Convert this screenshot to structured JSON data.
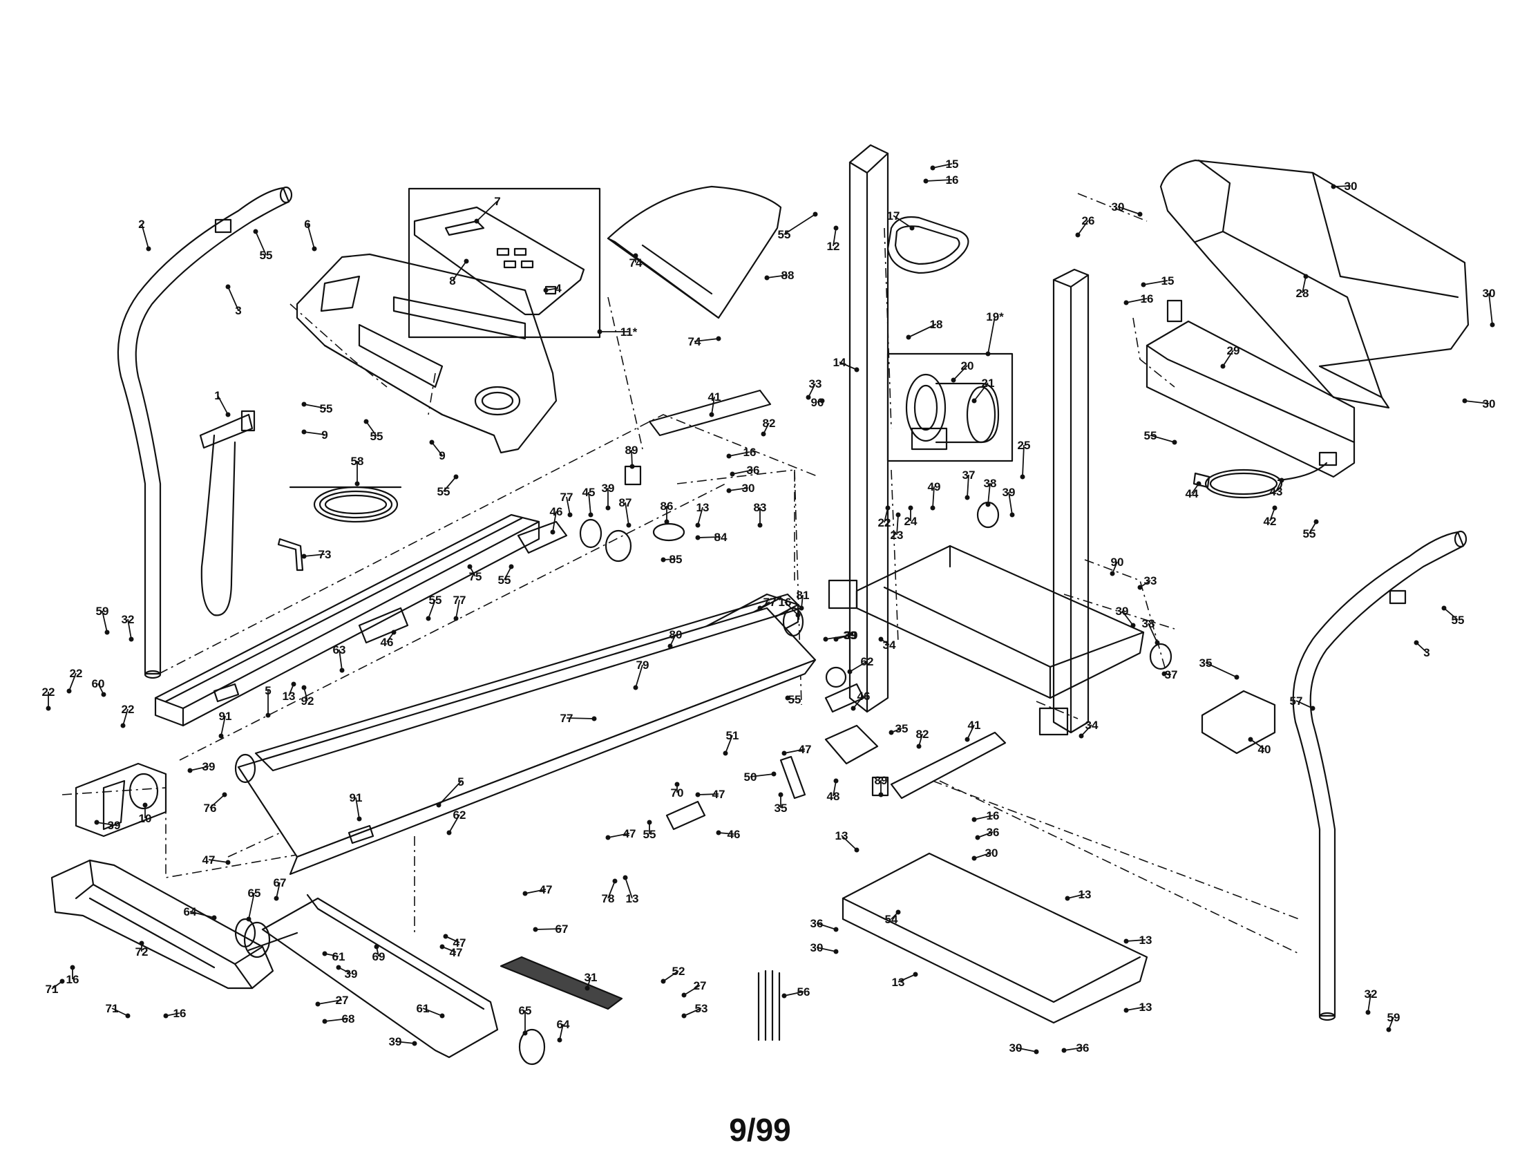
{
  "page_label": "9/99",
  "callouts": [
    {
      "id": "c1",
      "text": "2"
    },
    {
      "id": "c2",
      "text": "3"
    },
    {
      "id": "c3",
      "text": "55"
    },
    {
      "id": "c4",
      "text": "6"
    },
    {
      "id": "c5",
      "text": "7"
    },
    {
      "id": "c6",
      "text": "8"
    },
    {
      "id": "c7",
      "text": "4"
    },
    {
      "id": "c8",
      "text": "11*"
    },
    {
      "id": "c9",
      "text": "74"
    },
    {
      "id": "c10",
      "text": "88"
    },
    {
      "id": "c11",
      "text": "74"
    },
    {
      "id": "c12",
      "text": "55"
    },
    {
      "id": "c13",
      "text": "12"
    },
    {
      "id": "c14",
      "text": "15"
    },
    {
      "id": "c15",
      "text": "16"
    },
    {
      "id": "c16",
      "text": "17"
    },
    {
      "id": "c17",
      "text": "26"
    },
    {
      "id": "c18",
      "text": "15"
    },
    {
      "id": "c19",
      "text": "16"
    },
    {
      "id": "c20",
      "text": "30"
    },
    {
      "id": "c21",
      "text": "30"
    },
    {
      "id": "c22",
      "text": "28"
    },
    {
      "id": "c23",
      "text": "30"
    },
    {
      "id": "c24",
      "text": "30"
    },
    {
      "id": "c25",
      "text": "29"
    },
    {
      "id": "c26",
      "text": "55"
    },
    {
      "id": "c27",
      "text": "44"
    },
    {
      "id": "c28",
      "text": "43"
    },
    {
      "id": "c29",
      "text": "42"
    },
    {
      "id": "c30",
      "text": "55"
    },
    {
      "id": "c31",
      "text": "18"
    },
    {
      "id": "c32",
      "text": "19*"
    },
    {
      "id": "c33",
      "text": "20"
    },
    {
      "id": "c34",
      "text": "21"
    },
    {
      "id": "c35",
      "text": "14"
    },
    {
      "id": "c36",
      "text": "33"
    },
    {
      "id": "c37",
      "text": "90"
    },
    {
      "id": "c38",
      "text": "25"
    },
    {
      "id": "c39",
      "text": "22"
    },
    {
      "id": "c40",
      "text": "23"
    },
    {
      "id": "c41",
      "text": "24"
    },
    {
      "id": "c42",
      "text": "49"
    },
    {
      "id": "c43",
      "text": "37"
    },
    {
      "id": "c44",
      "text": "38"
    },
    {
      "id": "c45",
      "text": "39"
    },
    {
      "id": "c46",
      "text": "1"
    },
    {
      "id": "c47",
      "text": "55"
    },
    {
      "id": "c48",
      "text": "9"
    },
    {
      "id": "c49",
      "text": "55"
    },
    {
      "id": "c50",
      "text": "9"
    },
    {
      "id": "c51",
      "text": "55"
    },
    {
      "id": "c52",
      "text": "58"
    },
    {
      "id": "c53",
      "text": "73"
    },
    {
      "id": "c54",
      "text": "41"
    },
    {
      "id": "c55",
      "text": "82"
    },
    {
      "id": "c56",
      "text": "16"
    },
    {
      "id": "c57",
      "text": "36"
    },
    {
      "id": "c58",
      "text": "30"
    },
    {
      "id": "c59",
      "text": "89"
    },
    {
      "id": "c60",
      "text": "77"
    },
    {
      "id": "c61",
      "text": "45"
    },
    {
      "id": "c62",
      "text": "39"
    },
    {
      "id": "c63",
      "text": "87"
    },
    {
      "id": "c64",
      "text": "86"
    },
    {
      "id": "c65",
      "text": "13"
    },
    {
      "id": "c66",
      "text": "84"
    },
    {
      "id": "c67",
      "text": "85"
    },
    {
      "id": "c68",
      "text": "83"
    },
    {
      "id": "c69",
      "text": "46"
    },
    {
      "id": "c70",
      "text": "75"
    },
    {
      "id": "c71",
      "text": "55"
    },
    {
      "id": "c72",
      "text": "59"
    },
    {
      "id": "c73",
      "text": "32"
    },
    {
      "id": "c74",
      "text": "22"
    },
    {
      "id": "c75",
      "text": "60"
    },
    {
      "id": "c76",
      "text": "22"
    },
    {
      "id": "c77",
      "text": "22"
    },
    {
      "id": "c78",
      "text": "55"
    },
    {
      "id": "c79",
      "text": "77"
    },
    {
      "id": "c80",
      "text": "46"
    },
    {
      "id": "c81",
      "text": "63"
    },
    {
      "id": "c82",
      "text": "13"
    },
    {
      "id": "c83",
      "text": "92"
    },
    {
      "id": "c84",
      "text": "5"
    },
    {
      "id": "c85",
      "text": "91"
    },
    {
      "id": "c86",
      "text": "39"
    },
    {
      "id": "c87",
      "text": "39"
    },
    {
      "id": "c88",
      "text": "10"
    },
    {
      "id": "c89",
      "text": "76"
    },
    {
      "id": "c90",
      "text": "91"
    },
    {
      "id": "c91",
      "text": "5"
    },
    {
      "id": "c92",
      "text": "62"
    },
    {
      "id": "c93",
      "text": "47"
    },
    {
      "id": "c94",
      "text": "77"
    },
    {
      "id": "c95",
      "text": "81"
    },
    {
      "id": "c96",
      "text": "16"
    },
    {
      "id": "c97",
      "text": "80"
    },
    {
      "id": "c98",
      "text": "39"
    },
    {
      "id": "c99",
      "text": "34"
    },
    {
      "id": "c100",
      "text": "62"
    },
    {
      "id": "c101",
      "text": "79"
    },
    {
      "id": "c102",
      "text": "77"
    },
    {
      "id": "c103",
      "text": "55"
    },
    {
      "id": "c104",
      "text": "46"
    },
    {
      "id": "c105",
      "text": "35"
    },
    {
      "id": "c106",
      "text": "82"
    },
    {
      "id": "c107",
      "text": "51"
    },
    {
      "id": "c108",
      "text": "47"
    },
    {
      "id": "c109",
      "text": "50"
    },
    {
      "id": "c110",
      "text": "35"
    },
    {
      "id": "c111",
      "text": "48"
    },
    {
      "id": "c112",
      "text": "70"
    },
    {
      "id": "c113",
      "text": "47"
    },
    {
      "id": "c114",
      "text": "55"
    },
    {
      "id": "c115",
      "text": "46"
    },
    {
      "id": "c116",
      "text": "47"
    },
    {
      "id": "c117",
      "text": "47"
    },
    {
      "id": "c118",
      "text": "78"
    },
    {
      "id": "c119",
      "text": "13"
    },
    {
      "id": "c120",
      "text": "90"
    },
    {
      "id": "c121",
      "text": "33"
    },
    {
      "id": "c122",
      "text": "39"
    },
    {
      "id": "c123",
      "text": "38"
    },
    {
      "id": "c124",
      "text": "37"
    },
    {
      "id": "c125",
      "text": "35"
    },
    {
      "id": "c126",
      "text": "40"
    },
    {
      "id": "c127",
      "text": "34"
    },
    {
      "id": "c128",
      "text": "41"
    },
    {
      "id": "c129",
      "text": "89"
    },
    {
      "id": "c130",
      "text": "16"
    },
    {
      "id": "c131",
      "text": "36"
    },
    {
      "id": "c132",
      "text": "30"
    },
    {
      "id": "c133",
      "text": "13"
    },
    {
      "id": "c134",
      "text": "13"
    },
    {
      "id": "c135",
      "text": "13"
    },
    {
      "id": "c136",
      "text": "54"
    },
    {
      "id": "c137",
      "text": "36"
    },
    {
      "id": "c138",
      "text": "30"
    },
    {
      "id": "c139",
      "text": "13"
    },
    {
      "id": "c140",
      "text": "13"
    },
    {
      "id": "c141",
      "text": "30"
    },
    {
      "id": "c142",
      "text": "36"
    },
    {
      "id": "c143",
      "text": "55"
    },
    {
      "id": "c144",
      "text": "3"
    },
    {
      "id": "c145",
      "text": "57"
    },
    {
      "id": "c146",
      "text": "32"
    },
    {
      "id": "c147",
      "text": "59"
    },
    {
      "id": "c148",
      "text": "64"
    },
    {
      "id": "c149",
      "text": "65"
    },
    {
      "id": "c150",
      "text": "67"
    },
    {
      "id": "c151",
      "text": "61"
    },
    {
      "id": "c152",
      "text": "39"
    },
    {
      "id": "c153",
      "text": "67"
    },
    {
      "id": "c154",
      "text": "69"
    },
    {
      "id": "c155",
      "text": "72"
    },
    {
      "id": "c156",
      "text": "16"
    },
    {
      "id": "c157",
      "text": "71"
    },
    {
      "id": "c158",
      "text": "71"
    },
    {
      "id": "c159",
      "text": "16"
    },
    {
      "id": "c160",
      "text": "27"
    },
    {
      "id": "c161",
      "text": "68"
    },
    {
      "id": "c162",
      "text": "61"
    },
    {
      "id": "c163",
      "text": "39"
    },
    {
      "id": "c164",
      "text": "65"
    },
    {
      "id": "c165",
      "text": "64"
    },
    {
      "id": "c166",
      "text": "31"
    },
    {
      "id": "c167",
      "text": "52"
    },
    {
      "id": "c168",
      "text": "27"
    },
    {
      "id": "c169",
      "text": "53"
    },
    {
      "id": "c170",
      "text": "56"
    },
    {
      "id": "c171",
      "text": "47"
    },
    {
      "id": "c172",
      "text": "47"
    },
    {
      "id": "c173",
      "text": "39"
    }
  ]
}
